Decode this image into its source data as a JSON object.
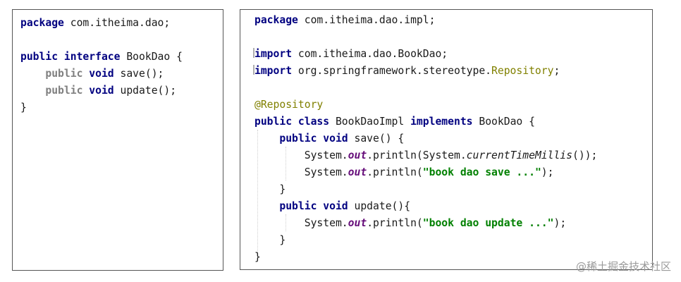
{
  "left_panel": {
    "package_kw": "package",
    "package_name": " com.itheima.dao;",
    "public_kw": "public",
    "interface_kw": "interface",
    "interface_name": " BookDao {",
    "m1_public": "public",
    "m1_void": "void",
    "m1_sig": " save();",
    "m2_public": "public",
    "m2_void": "void",
    "m2_sig": " update();",
    "close": "}"
  },
  "right_panel": {
    "package_kw": "package",
    "package_name": " com.itheima.dao.impl;",
    "import_kw_1": "import",
    "import_1": " com.itheima.dao.BookDao;",
    "import_kw_2": "import",
    "import_2_prefix": " org.springframework.stereotype.",
    "import_2_class": "Repository",
    "import_2_end": ";",
    "annotation": "@Repository",
    "class_public": "public",
    "class_kw": "class",
    "class_name": " BookDaoImpl ",
    "implements_kw": "implements",
    "implements_name": " BookDao {",
    "save_public": "public",
    "save_void": "void",
    "save_sig": " save() {",
    "save_l1_pre": "System.",
    "save_l1_field": "out",
    "save_l1_mid": ".println(System.",
    "save_l1_static": "currentTimeMillis",
    "save_l1_end": "());",
    "save_l2_pre": "System.",
    "save_l2_field": "out",
    "save_l2_mid": ".println(",
    "save_l2_string": "\"book dao save ...\"",
    "save_l2_end": ");",
    "save_close": "}",
    "update_public": "public",
    "update_void": "void",
    "update_sig": " update(){",
    "upd_l1_pre": "System.",
    "upd_l1_field": "out",
    "upd_l1_mid": ".println(",
    "upd_l1_string": "\"book dao update ...\"",
    "upd_l1_end": ");",
    "update_close": "}",
    "class_close": "}"
  },
  "watermark": "@稀土掘金技术社区"
}
